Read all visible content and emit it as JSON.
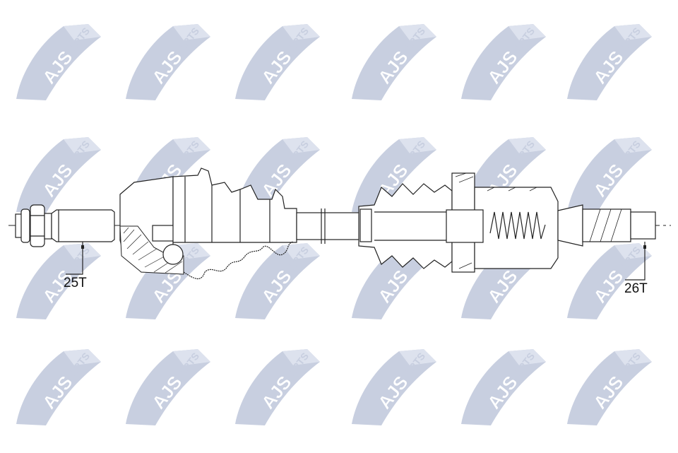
{
  "watermark": {
    "brand": "AJS",
    "sub": "PARTS",
    "color": "#c8cfe0"
  },
  "labels": {
    "left_spline": "25T",
    "right_spline": "26T"
  },
  "line_color": "#222222"
}
